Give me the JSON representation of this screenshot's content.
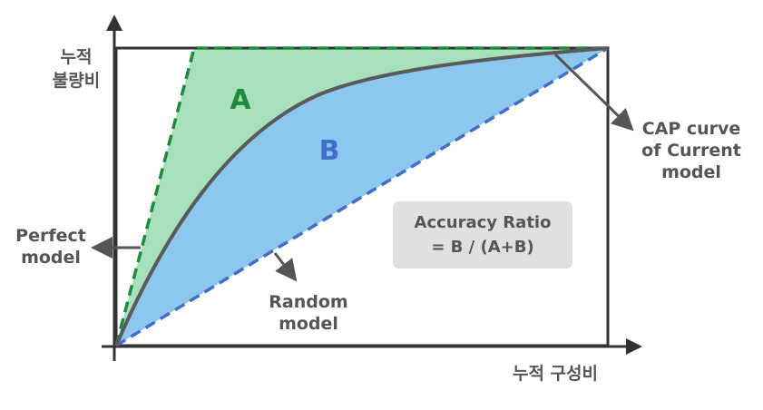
{
  "axes": {
    "y_label_line1": "누적",
    "y_label_line2": "불량비",
    "x_label": "누적 구성비"
  },
  "regions": {
    "a_label": "A",
    "b_label": "B"
  },
  "callouts": {
    "cap_line1": "CAP curve",
    "cap_line2": "of Current",
    "cap_line3": "model",
    "perfect_line1": "Perfect",
    "perfect_line2": "model",
    "random_line1": "Random",
    "random_line2": "model"
  },
  "formula": {
    "line1": "Accuracy Ratio",
    "line2": "= B / (A+B)"
  },
  "colors": {
    "region_a": "#a6e0bc",
    "region_b": "#8cc7ee",
    "perfect_line": "#1f8a3c",
    "random_line": "#3f6fc8",
    "cap_curve": "#5a5a5a",
    "a_text": "#1f8a3c",
    "b_text": "#3f6fc8",
    "formula_box": "#e0e0e0"
  }
}
